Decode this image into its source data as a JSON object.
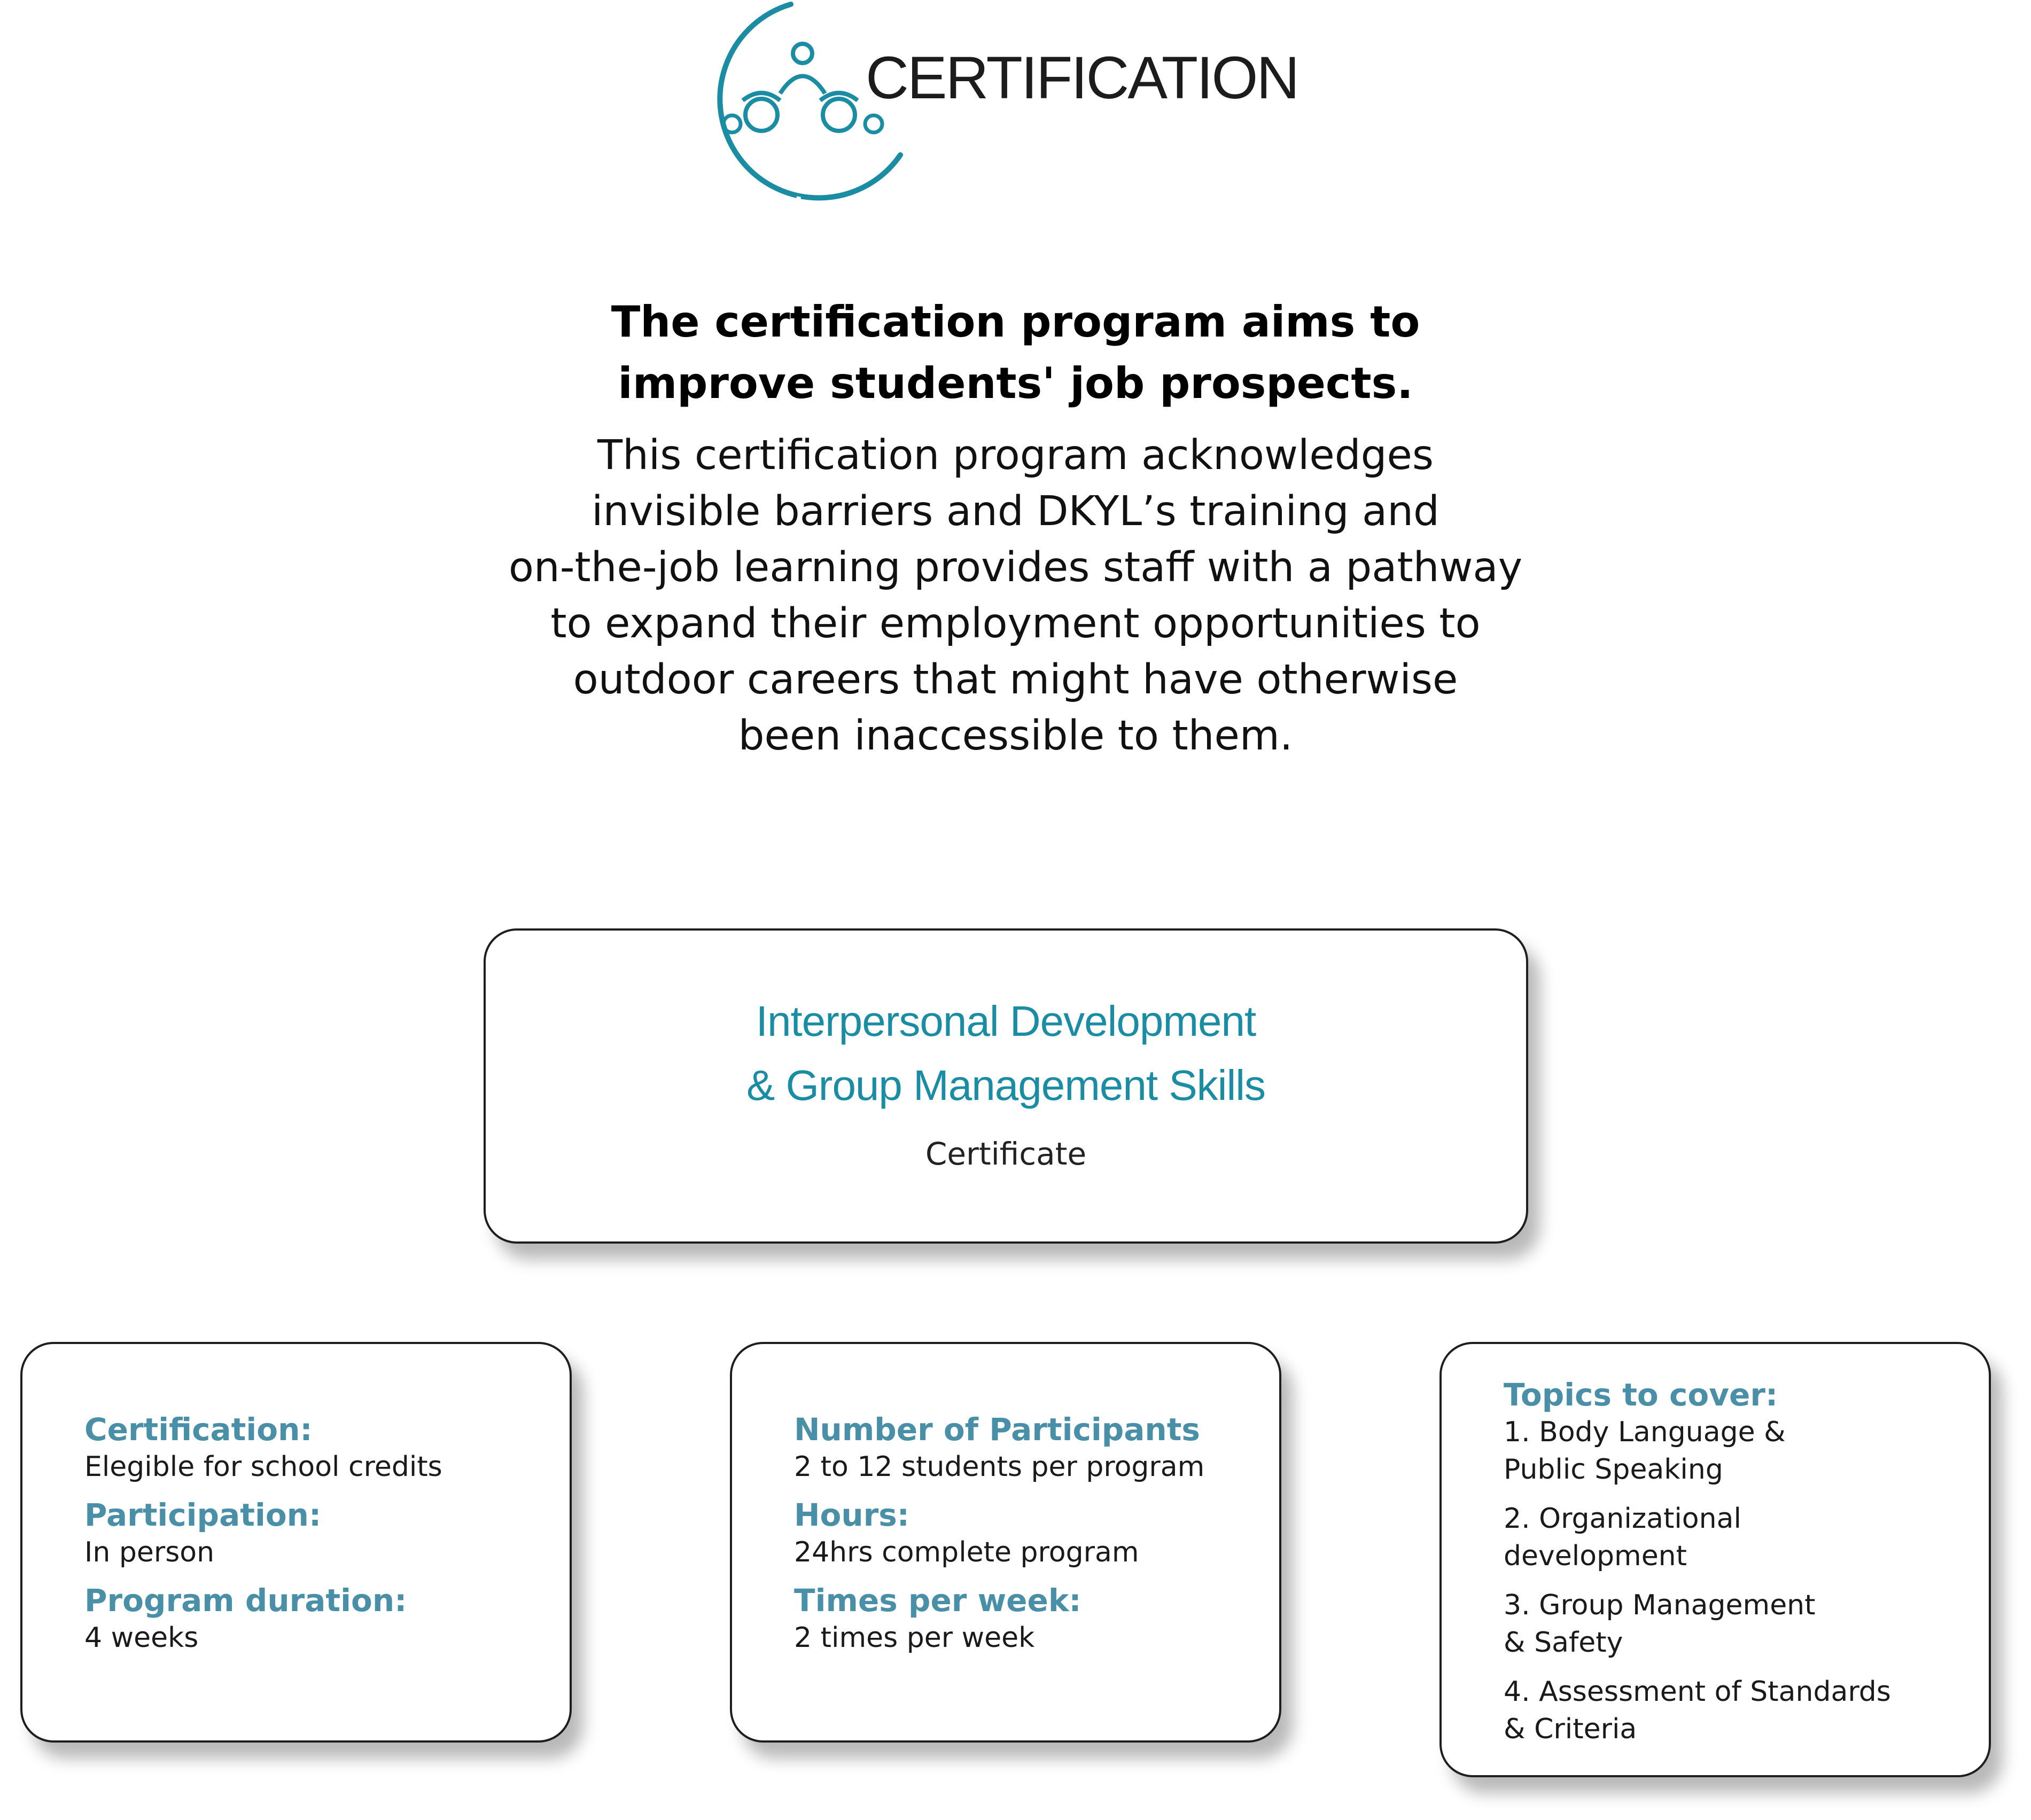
{
  "logo": {
    "text": "CERTIFICATION",
    "icon": "people-circle-logo-icon",
    "color": "#1a8ca3"
  },
  "headline": {
    "lines": [
      "The certification program aims to",
      "improve students' job prospects."
    ]
  },
  "intro": {
    "lines": [
      "This certification program acknowledges",
      "invisible barriers and DKYL’s training and",
      "on-the-job learning provides staff with a pathway",
      "to expand their employment opportunities to",
      "outdoor careers that might have otherwise",
      "been inaccessible to them."
    ]
  },
  "main_card": {
    "title_lines": [
      "Interpersonal Development",
      "& Group Management Skills"
    ],
    "subtitle": "Certificate",
    "title_color": "#1a8ca3"
  },
  "cards": {
    "program": {
      "items": [
        {
          "label": "Certification:",
          "value": "Elegible for school credits"
        },
        {
          "label": "Participation:",
          "value": "In person"
        },
        {
          "label": "Program duration:",
          "value": "4 weeks"
        }
      ]
    },
    "logistics": {
      "items": [
        {
          "label": "Number of Participants",
          "value": "2 to 12 students per program"
        },
        {
          "label": "Hours:",
          "value": "24hrs complete program"
        },
        {
          "label": "Times per week:",
          "value": "2 times per week"
        }
      ]
    },
    "topics": {
      "label": "Topics to cover:",
      "items": [
        {
          "lines": [
            "1. Body Language &",
            "Public Speaking"
          ]
        },
        {
          "lines": [
            "2. Organizational",
            "development"
          ]
        },
        {
          "lines": [
            "3. Group Management",
            "& Safety"
          ]
        },
        {
          "lines": [
            "4. Assessment of Standards",
            "& Criteria"
          ]
        }
      ]
    },
    "label_color": "#4a8fa8"
  }
}
